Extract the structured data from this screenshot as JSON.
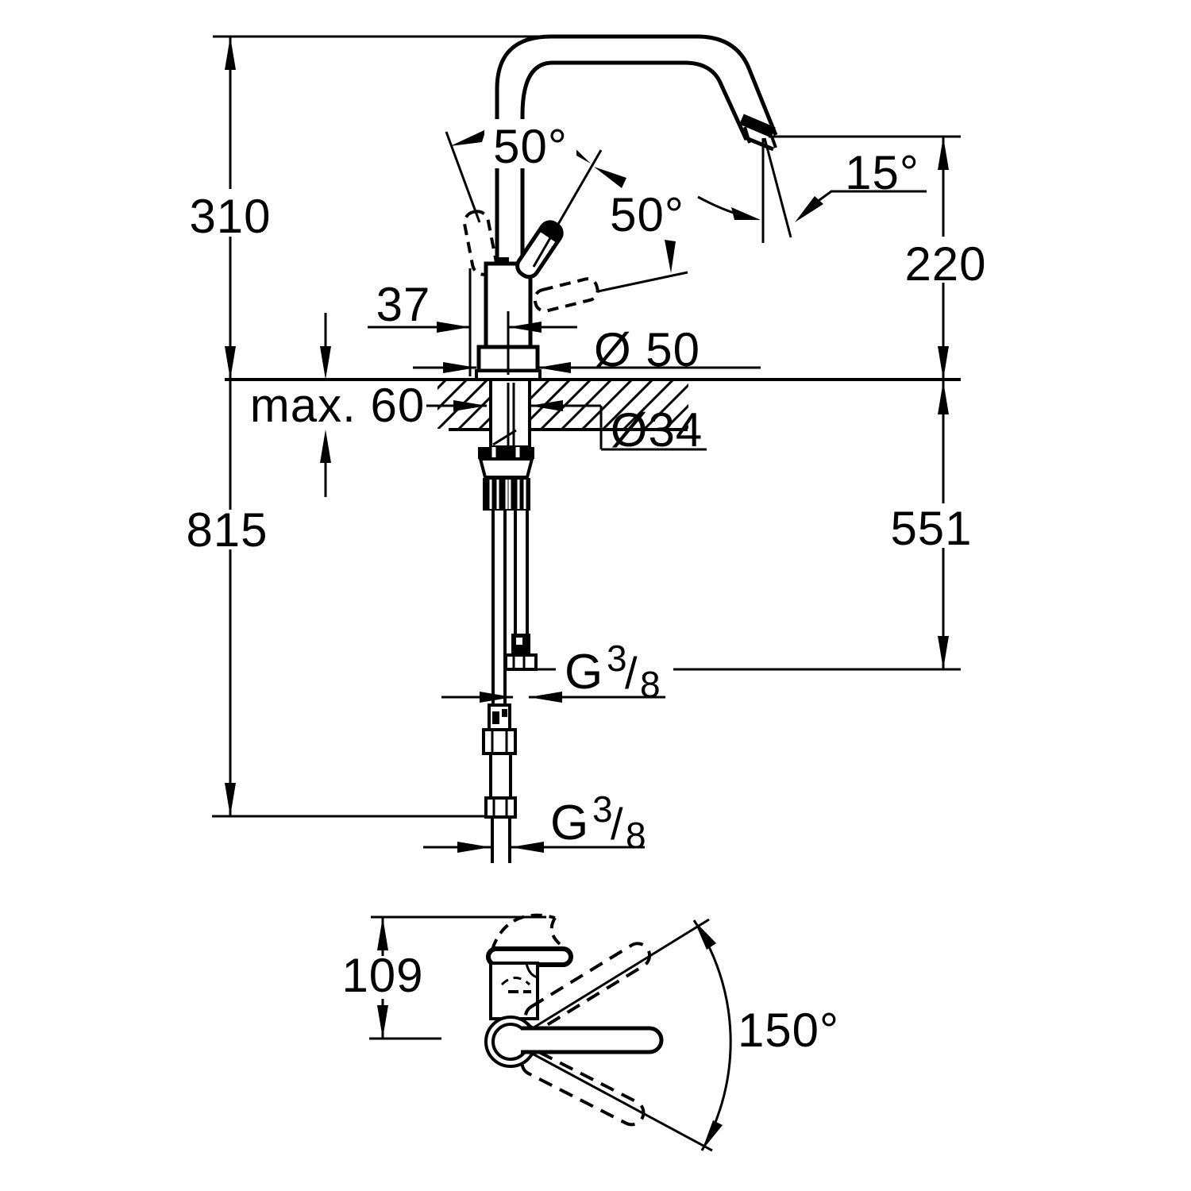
{
  "drawing": {
    "kind": "technical-dimension-drawing",
    "subject": "single-lever kitchen sink mixer tap, front elevation with mounting section and plan view",
    "line_color": "#000000",
    "background_color": "#ffffff"
  },
  "dims": {
    "height_above_deck": "310",
    "overall_height": "815",
    "spout_outlet_height": "220",
    "below_deck_length": "551",
    "handle_offset": "37",
    "base_diameter": "Ø 50",
    "max_deck_thickness": "max. 60",
    "mounting_hole_diameter": "Ø34",
    "outlet_angle": "15°",
    "handle_swing_upper": "50°",
    "handle_swing_lower": "50°",
    "plan_body_height": "109",
    "spout_swivel_angle": "150°",
    "thread_letter": "G",
    "thread_numerator": "3",
    "thread_slash": "/",
    "thread_denominator": "8"
  }
}
